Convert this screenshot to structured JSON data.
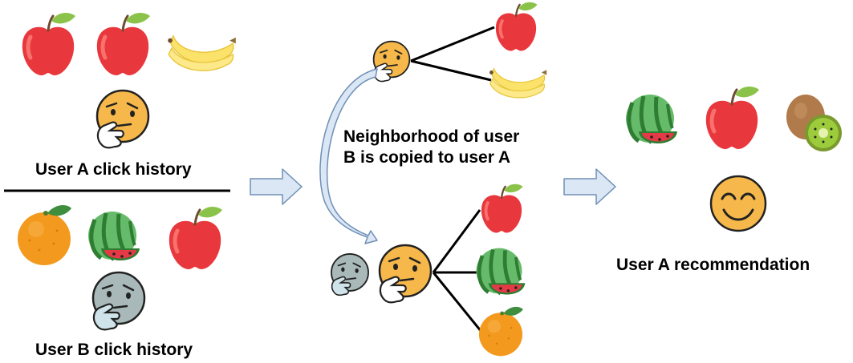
{
  "labels": {
    "user_a_history": "User A click history",
    "user_b_history": "User B click history",
    "neighborhood_line1": "Neighborhood of user",
    "neighborhood_line2": "B is copied to user A",
    "recommendation": "User A recommendation"
  },
  "colors": {
    "apple": "#e8383d",
    "apple_dark": "#c62828",
    "leaf": "#8bc34a",
    "banana": "#fbe36b",
    "banana_dark": "#e8c63b",
    "orange": "#f39a1e",
    "watermelon_rind": "#2e7d32",
    "watermelon_light": "#66bb6a",
    "watermelon_flesh": "#e53946",
    "kiwi_skin": "#b07a4a",
    "kiwi_flesh": "#9ccc3c",
    "face_a": "#f6b84a",
    "face_b": "#a9b9b9",
    "hand": "#ffffff",
    "arrow_fill": "#dbe7f5",
    "arrow_stroke": "#6f8fb5",
    "line": "#000000"
  },
  "icons": {
    "user_a_history": [
      "apple-icon",
      "apple-icon",
      "banana-icon"
    ],
    "user_a_face": "thinking-face-icon",
    "user_b_history": [
      "orange-icon",
      "watermelon-icon",
      "apple-icon"
    ],
    "user_b_face": "thinking-face-icon",
    "graph_top_node": "thinking-face-icon",
    "graph_top_leaves": [
      "apple-icon",
      "banana-icon"
    ],
    "graph_bottom_node": "thinking-face-icon",
    "graph_bottom_small_node": "thinking-face-icon",
    "graph_bottom_leaves": [
      "apple-icon",
      "watermelon-icon",
      "orange-icon"
    ],
    "recommendation_items": [
      "watermelon-icon",
      "apple-icon",
      "kiwi-icon"
    ],
    "recommendation_face": "smiling-face-icon"
  }
}
